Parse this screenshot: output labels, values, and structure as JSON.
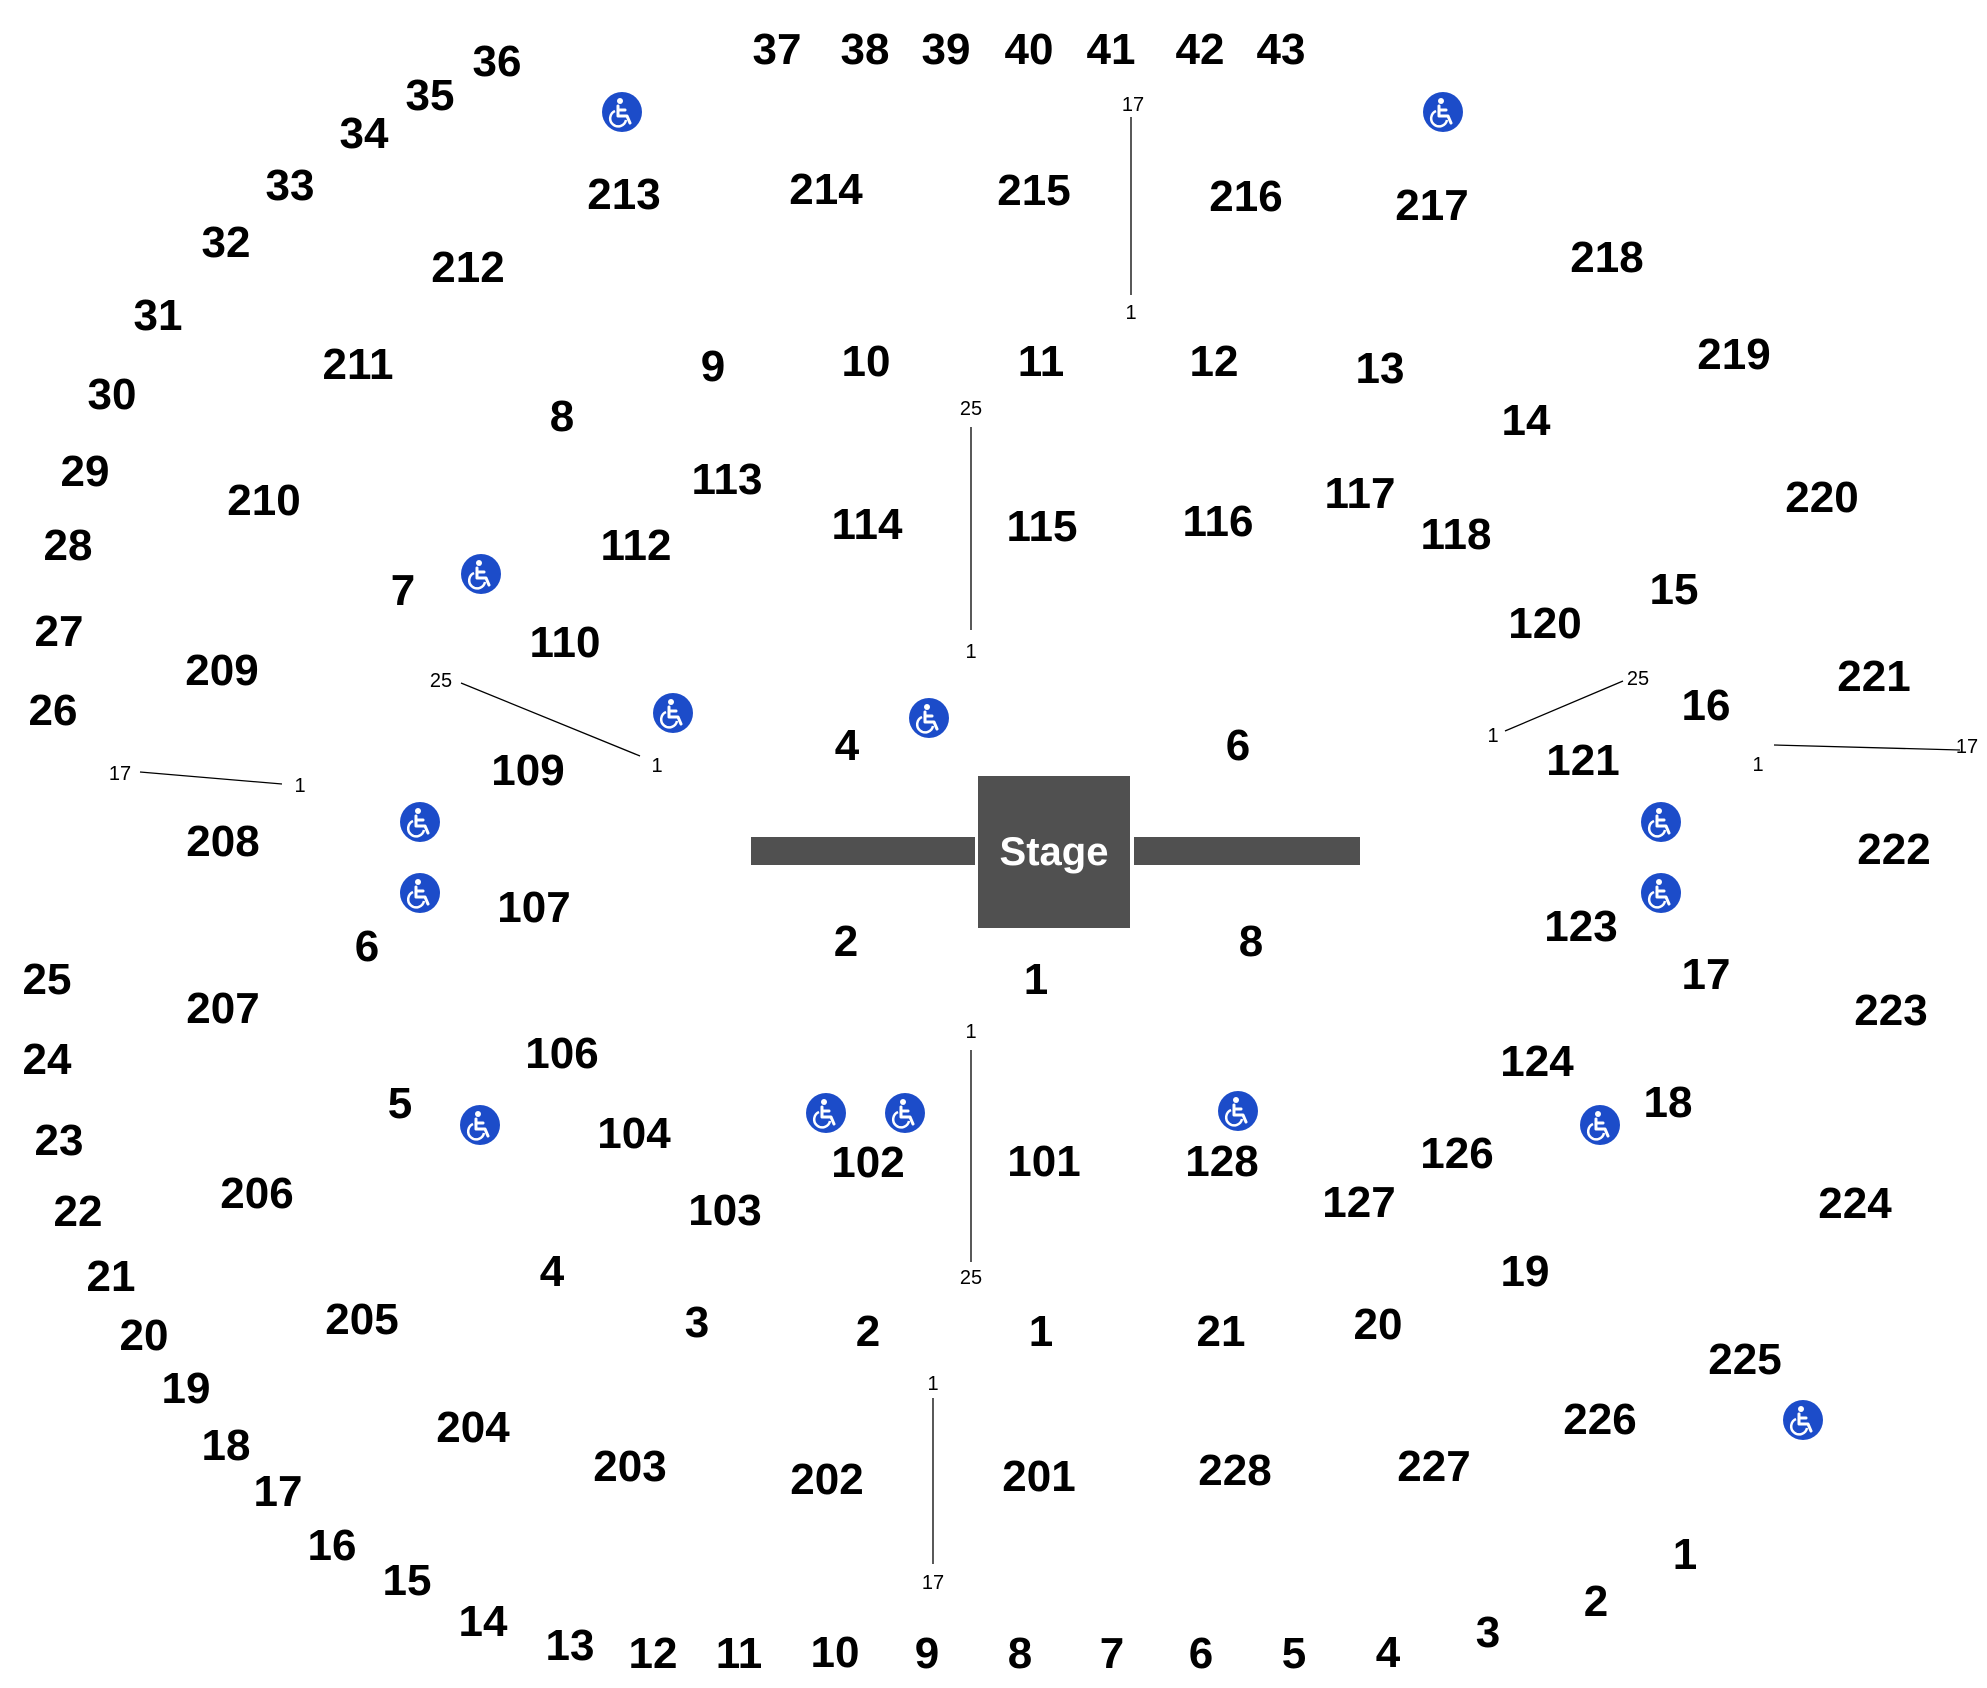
{
  "colors": {
    "stage": "#505050",
    "accessible_icon_bg": "#1c4cc9",
    "text": "#000000",
    "lines": "#000000"
  },
  "stage": {
    "label": "Stage"
  },
  "floor_sections": [
    "1",
    "2",
    "4",
    "6",
    "8"
  ],
  "sections_100": [
    "101",
    "102",
    "103",
    "104",
    "106",
    "107",
    "109",
    "110",
    "112",
    "113",
    "114",
    "115",
    "116",
    "117",
    "118",
    "120",
    "121",
    "123",
    "124",
    "126",
    "127",
    "128"
  ],
  "sections_200": [
    "201",
    "202",
    "203",
    "204",
    "205",
    "206",
    "207",
    "208",
    "209",
    "210",
    "211",
    "212",
    "213",
    "214",
    "215",
    "216",
    "217",
    "218",
    "219",
    "220",
    "221",
    "222",
    "223",
    "224",
    "225",
    "226",
    "227",
    "228"
  ],
  "upper_row_numbers": [
    "1",
    "2",
    "3",
    "4",
    "5",
    "6",
    "7",
    "8",
    "9",
    "10",
    "11",
    "12",
    "13",
    "14",
    "15",
    "16",
    "17",
    "18",
    "19",
    "20",
    "21",
    "22",
    "23",
    "24",
    "25",
    "26",
    "27",
    "28",
    "29",
    "30",
    "31",
    "32",
    "33",
    "34",
    "35",
    "36",
    "37",
    "38",
    "39",
    "40",
    "41",
    "42",
    "43"
  ],
  "inner_row_numbers": [
    "1",
    "2",
    "3",
    "4",
    "5",
    "6",
    "7",
    "8",
    "9",
    "10",
    "11",
    "12",
    "13",
    "14",
    "15",
    "16",
    "17",
    "18",
    "19",
    "20",
    "21"
  ],
  "row_markers": [
    "1",
    "17",
    "25"
  ],
  "icons": {
    "accessible": "wheelchair-icon"
  }
}
